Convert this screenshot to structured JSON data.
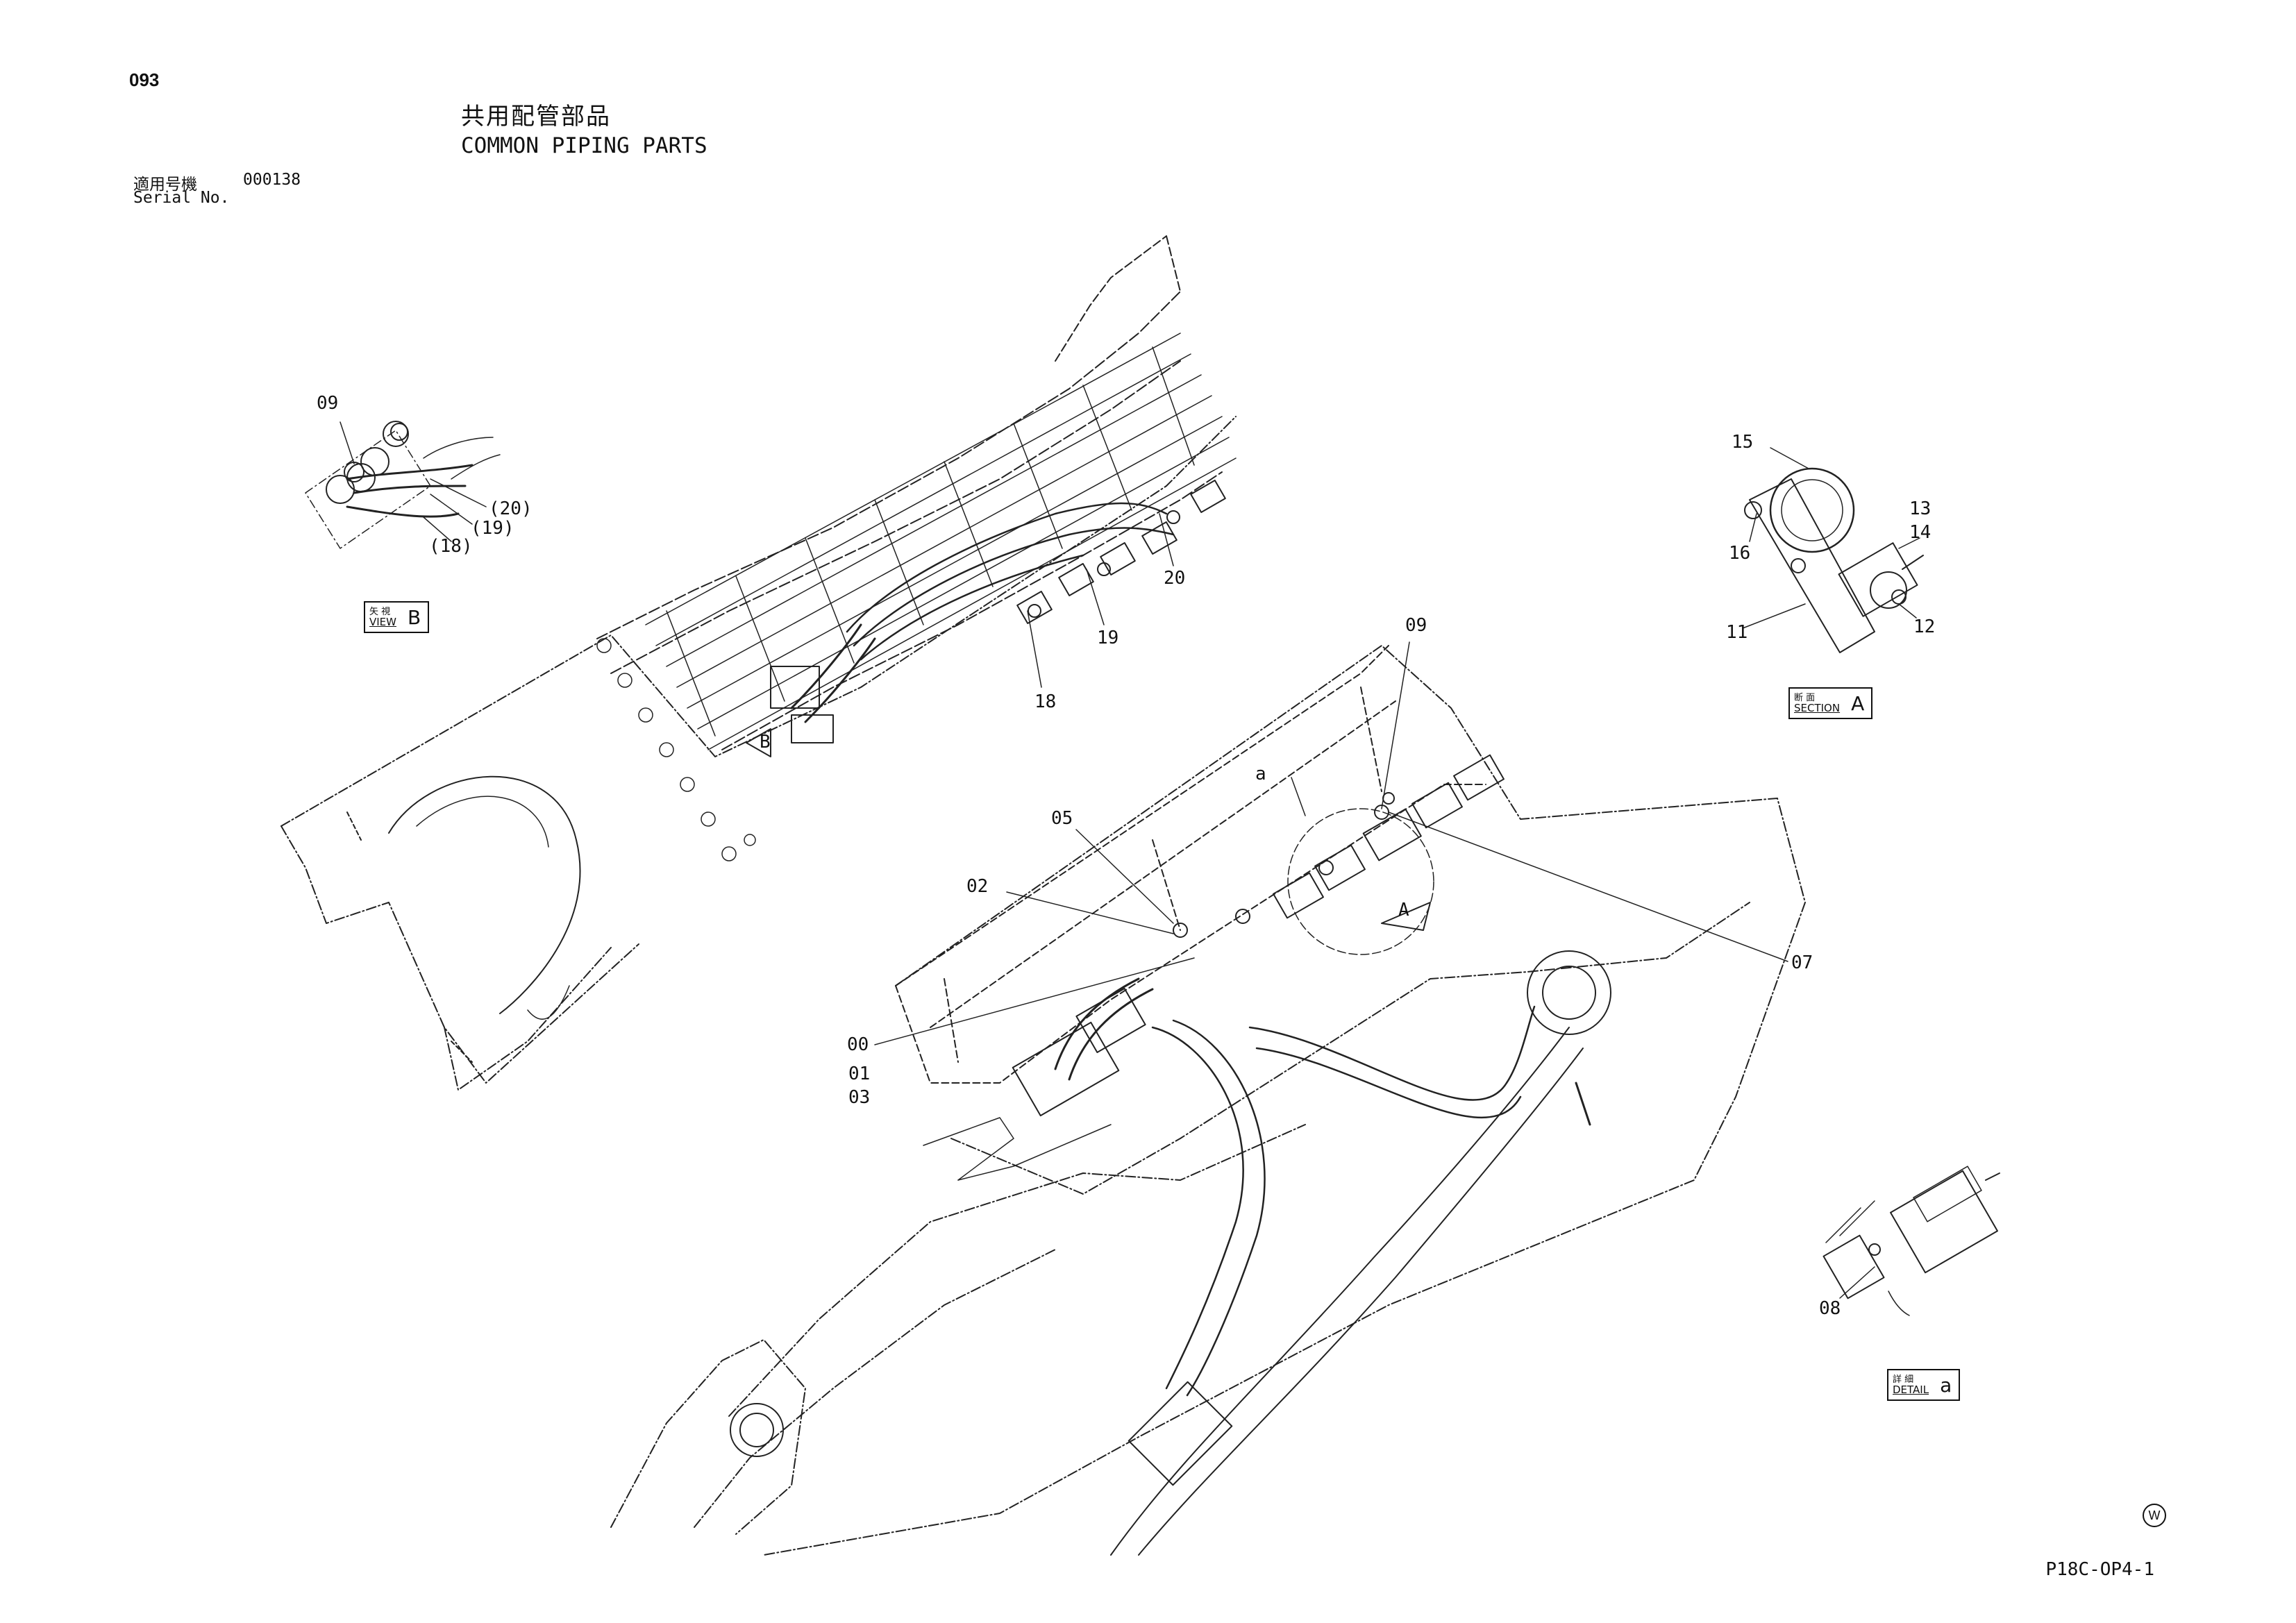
{
  "header": {
    "page_number": "093",
    "title_jp": "共用配管部品",
    "title_en": "COMMON PIPING PARTS",
    "serial_label_jp": "適用号機",
    "serial_value": "000138",
    "serial_label_en": "Serial No."
  },
  "callouts": {
    "view_b": [
      "09",
      "(20)",
      "(19)",
      "(18)"
    ],
    "main_upper": [
      "20",
      "19",
      "18"
    ],
    "main_lower": [
      "09",
      "a",
      "05",
      "02",
      "07",
      "00",
      "01",
      "03"
    ],
    "section_a": [
      "15",
      "16",
      "11",
      "13",
      "14",
      "12"
    ],
    "detail_a": [
      "08"
    ]
  },
  "view_markers": {
    "b": "B",
    "a": "A"
  },
  "tags": {
    "view_b": {
      "jp": "矢 視",
      "en": "VIEW",
      "letter": "B"
    },
    "section_a": {
      "jp": "断 面",
      "en": "SECTION",
      "letter": "A"
    },
    "detail_a": {
      "jp": "詳 細",
      "en": "DETAIL",
      "letter": "a"
    }
  },
  "footer": {
    "mark": "W",
    "code": "P18C-OP4-1"
  }
}
